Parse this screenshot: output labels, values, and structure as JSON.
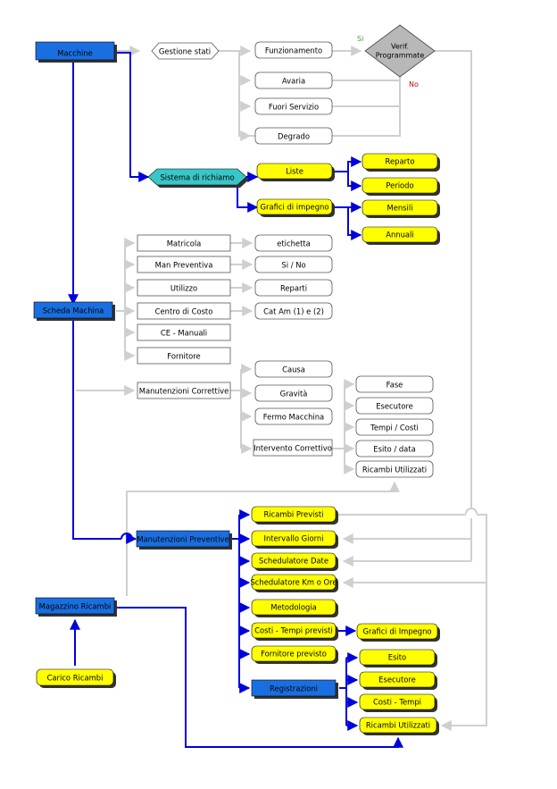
{
  "colors": {
    "blue_box": "#1a6fe0",
    "blue_shadow": "#333333",
    "yellow_box": "#ffff00",
    "teal_box": "#39c6c6",
    "gray_diamond": "#b8b8b8",
    "blue_line": "#0000dd",
    "gray_line": "#cfcfcf",
    "yes_color": "#33aa33",
    "no_color": "#cc0000"
  },
  "nodes": {
    "macchine": "Macchine",
    "gestione_stati": "Gestione stati",
    "funzionamento": "Funzionamento",
    "avaria": "Avaria",
    "fuori_servizio": "Fuori Servizio",
    "degrado": "Degrado",
    "verif_programmate_line1": "Verif.",
    "verif_programmate_line2": "Programmate",
    "si": "Si",
    "no": "No",
    "sistema_richiamo": "Sistema di richiamo",
    "liste": "Liste",
    "grafici_impegno": "Grafici di impegno",
    "reparto": "Reparto",
    "periodo": "Periodo",
    "mensili": "Mensili",
    "annuali": "Annuali",
    "matricola": "Matricola",
    "man_preventiva": "Man Preventiva",
    "utilizzo": "Utilizzo",
    "centro_costo": "Centro di Costo",
    "ce_manuali": "CE - Manuali",
    "fornitore": "Fornitore",
    "etichetta": "etichetta",
    "si_no": "Si / No",
    "reparti": "Reparti",
    "cat_am": "Cat Am (1) e (2)",
    "scheda_machina": "Scheda Machina",
    "manutenzioni_correttive": "Manutenzioni Correttive",
    "causa": "Causa",
    "gravita": "Gravità",
    "fermo_macchina": "Fermo Macchina",
    "intervento_correttivo": "Intervento Correttivo",
    "fase": "Fase",
    "esecutore_c": "Esecutore",
    "tempi_costi_c": "Tempi / Costi",
    "esito_data": "Esito / data",
    "ricambi_utilizzati_c": "Ricambi Utilizzati",
    "manutenzioni_preventive": "Manutenzioni Preventive",
    "ricambi_previsti": "Ricambi Previsti",
    "intervallo_giorni": "Intervallo Giorni",
    "schedulatore_date": "Schedulatore Date",
    "schedulatore_km": "Schedulatore Km o Ore",
    "metodologia": "Metodologia",
    "costi_tempi_previsti": "Costi - Tempi previsti",
    "grafici_impegno_2": "Grafici di Impegno",
    "fornitore_previsto": "Fornitore previsto",
    "registrazioni": "Registrazioni",
    "esito": "Esito",
    "esecutore_p": "Esecutore",
    "costi_tempi": "Costi - Tempi",
    "ricambi_utilizzati_p": "Ricambi Utilizzati",
    "magazzino_ricambi": "Magazzino Ricambi",
    "carico_ricambi": "Carico Ricambi"
  }
}
